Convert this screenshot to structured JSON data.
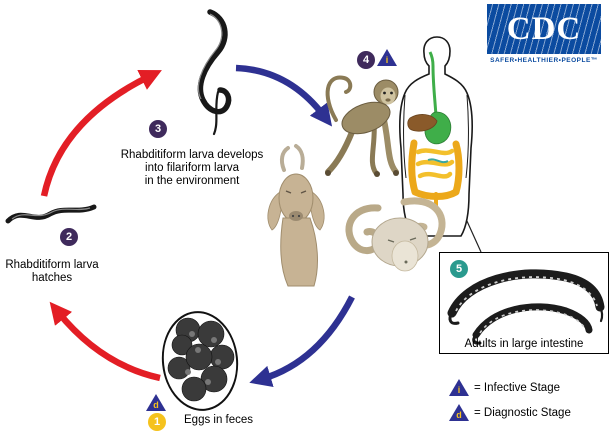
{
  "colors": {
    "red": "#e31e25",
    "navy": "#2e3192",
    "purple": "#3f2a5c",
    "gold": "#f5c21d",
    "teal": "#2a9a8e",
    "cdc": "#0b4ba0"
  },
  "logo": {
    "acronym": "CDC",
    "tagline": "SAFER•HEALTHIER•PEOPLE™"
  },
  "stages": {
    "s1": {
      "num": "1",
      "label": "Eggs in feces",
      "marker": "d"
    },
    "s2": {
      "num": "2",
      "label": "Rhabditiform larva\nhatches"
    },
    "s3": {
      "num": "3",
      "label": "Rhabditiform larva develops\ninto filariform larva\nin the environment"
    },
    "s4": {
      "num": "4",
      "marker": "i"
    },
    "s5": {
      "num": "5",
      "label": "Adults in large intestine"
    }
  },
  "legend": {
    "infective": {
      "symbol": "i",
      "text": "= Infective Stage"
    },
    "diagnostic": {
      "symbol": "d",
      "text": "= Diagnostic Stage"
    }
  }
}
